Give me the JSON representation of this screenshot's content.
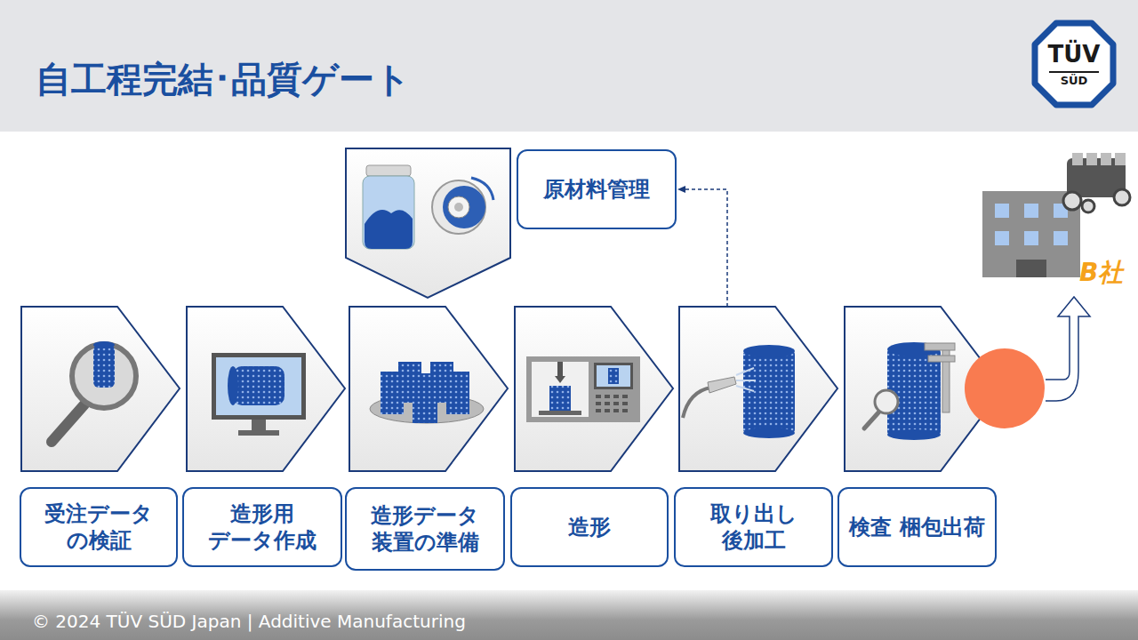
{
  "diagram": {
    "title": "自工程完結･品質ゲート",
    "nodes": [
      {
        "text": [
          "受注データ の検証"
        ]
      },
      {
        "text": [
          "造形用 データ作成"
        ]
      },
      {
        "text": [
          "造形データ 装置の準備"
        ]
      },
      {
        "text": [
          "造形"
        ]
      },
      {
        "text": [
          "取り出し 後加工"
        ]
      },
      {
        "text": [
          "検査 梱包出荷"
        ]
      },
      {
        "text": [
          "原材料管理"
        ]
      }
    ],
    "edges": [
      {
        "from": 4,
        "to": 6,
        "arrow": "to"
      }
    ],
    "labels": [
      "B社",
      "TÜV",
      "SÜD",
      "© 2024 TÜV SÜD Japan | Additive Manufacturing"
    ]
  }
}
